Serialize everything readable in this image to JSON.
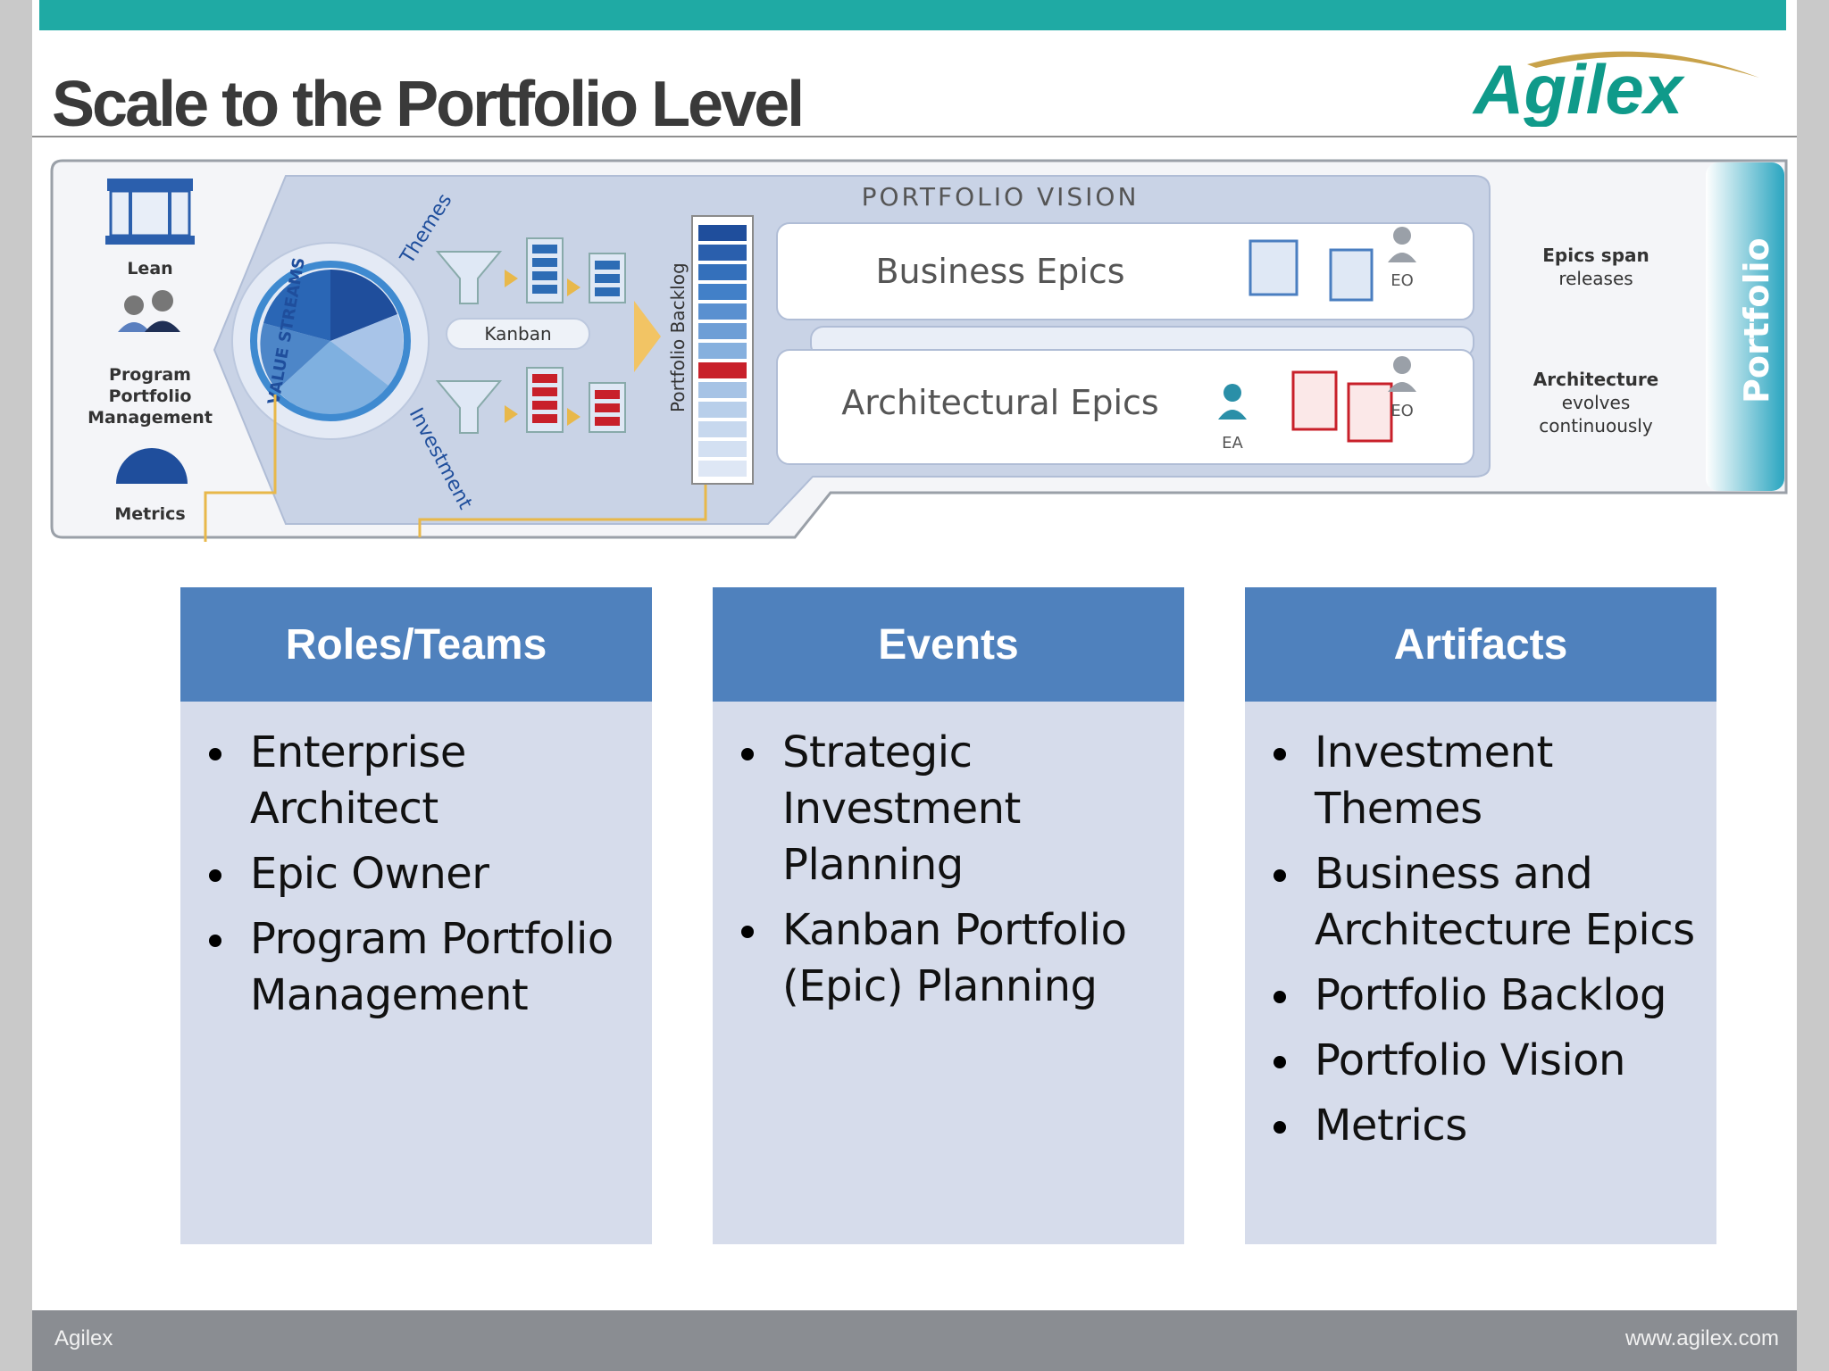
{
  "slide": {
    "title": "Scale to the Portfolio Level",
    "logo_text": "Agilex",
    "footer_left": "Agilex",
    "footer_right": "www.agilex.com"
  },
  "diagram": {
    "left_icons": {
      "lean": "Lean",
      "ppm": [
        "Program",
        "Portfolio",
        "Management"
      ],
      "metrics": "Metrics"
    },
    "value_streams": "VALUE STREAMS",
    "themes": "Themes",
    "investment": "Investment",
    "kanban": "Kanban",
    "portfolio_backlog": "Portfolio Backlog",
    "portfolio_vision": "PORTFOLIO VISION",
    "business_epics": "Business Epics",
    "architectural_epics": "Architectural Epics",
    "eo": "EO",
    "ea": "EA",
    "epics_span": [
      "Epics span",
      "releases"
    ],
    "architecture_evolves": [
      "Architecture",
      "evolves",
      "continuously"
    ],
    "portfolio": "Portfolio"
  },
  "columns": [
    {
      "heading": "Roles/Teams",
      "items": [
        "Enterprise Architect",
        "Epic Owner",
        "Program Portfolio Management"
      ]
    },
    {
      "heading": "Events",
      "items": [
        "Strategic Investment Planning",
        "Kanban Portfolio (Epic) Planning"
      ]
    },
    {
      "heading": "Artifacts",
      "items": [
        "Investment Themes",
        "Business and Architecture Epics",
        "Portfolio Backlog",
        "Portfolio Vision",
        "Metrics"
      ]
    }
  ],
  "colors": {
    "top_bar": "#1faaa4",
    "column_header": "#4f81bd",
    "column_body": "#d6dceb",
    "footer": "#8a8d92",
    "logo": "#0f9a8a",
    "logo_accent": "#c8a24a"
  }
}
